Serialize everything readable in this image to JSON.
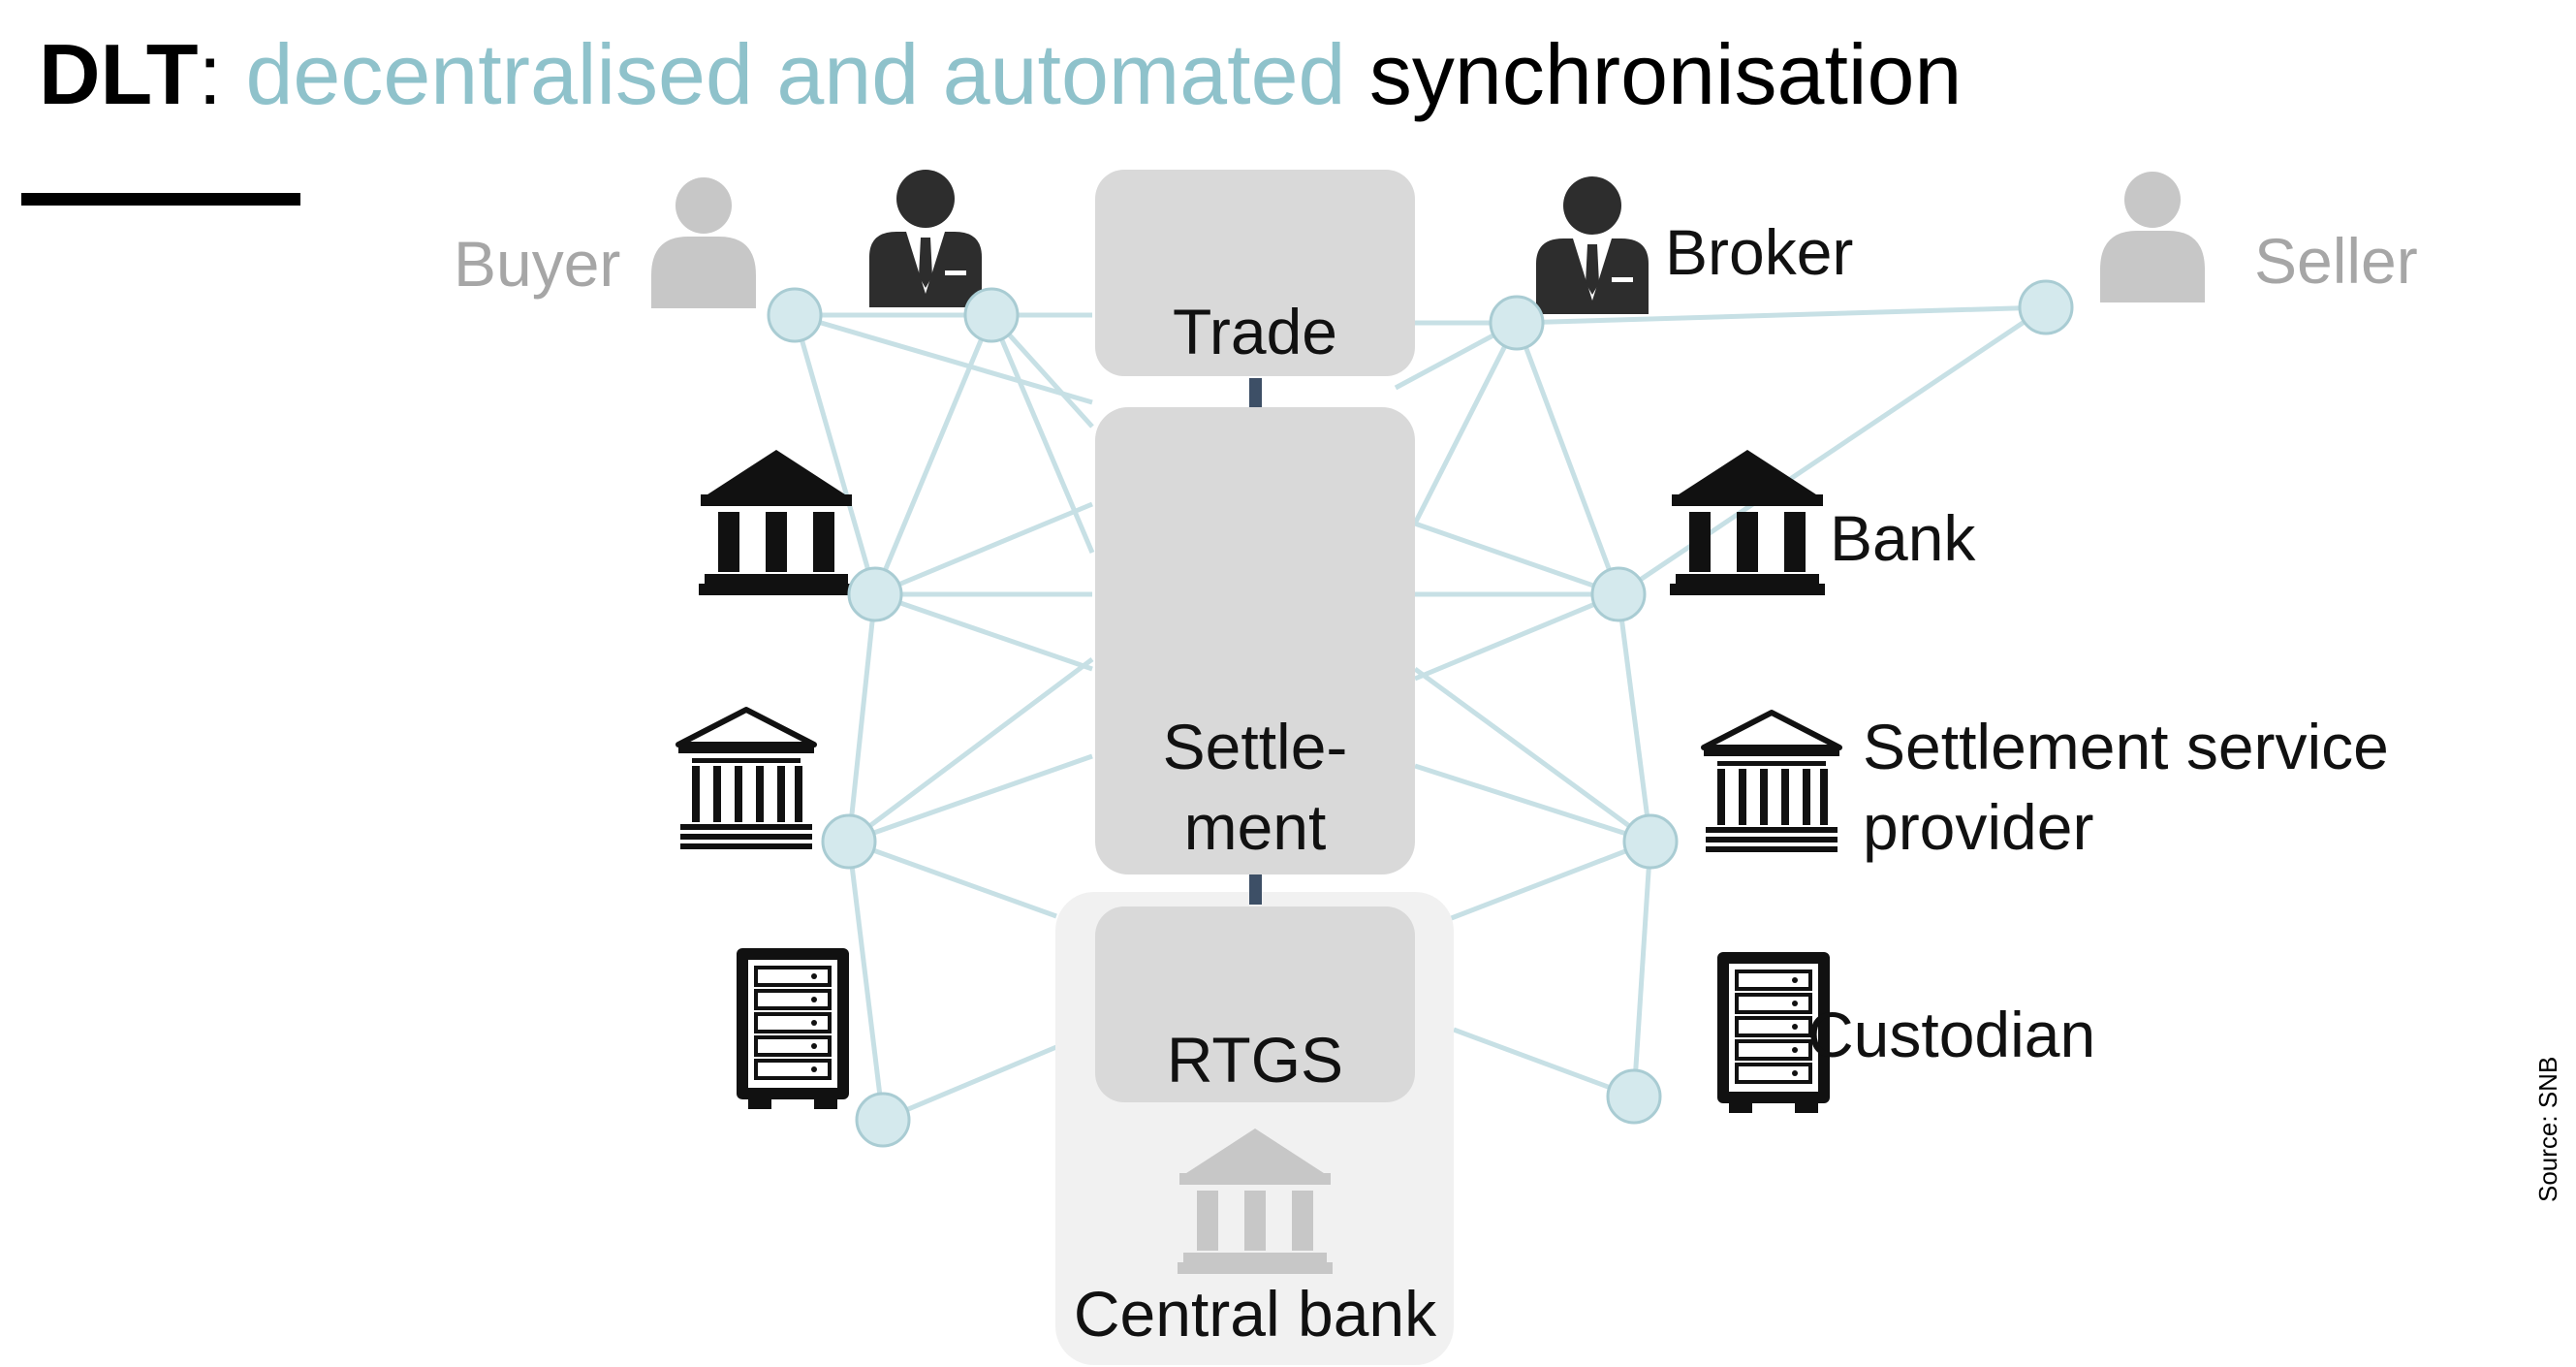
{
  "title": {
    "bold": "DLT",
    "separator": ": ",
    "accent": "decentralised and automated",
    "rest": " synchronisation"
  },
  "boxes": {
    "trade": "Trade",
    "settlement_line1": "Settle-",
    "settlement_line2": "ment",
    "rtgs": "RTGS",
    "central_bank": "Central bank"
  },
  "participants": {
    "buyer": "Buyer",
    "seller": "Seller",
    "broker": "Broker",
    "bank": "Bank",
    "ssp_line1": "Settlement service",
    "ssp_line2": "provider",
    "custodian": "Custodian"
  },
  "source": "Source: SNB",
  "colors": {
    "accent": "#8fc2cb",
    "edge": "#c7e0e5",
    "node_fill": "#d4e9ed",
    "node_stroke": "#a9ccd3",
    "box_fill": "#d9d9d9",
    "central_bank_fill": "#f1f1f1",
    "connector": "#3d4f66",
    "inactive_icon": "#c7c7c7",
    "inactive_text": "#a6a6a6"
  },
  "icons": {
    "buyer": "person-icon",
    "seller": "person-icon",
    "brokers": "businessman-icon",
    "banks": "bank-building-icon",
    "settlement_service_providers": "institution-icon",
    "custodians": "safe-icon",
    "central_bank": "bank-building-icon"
  }
}
